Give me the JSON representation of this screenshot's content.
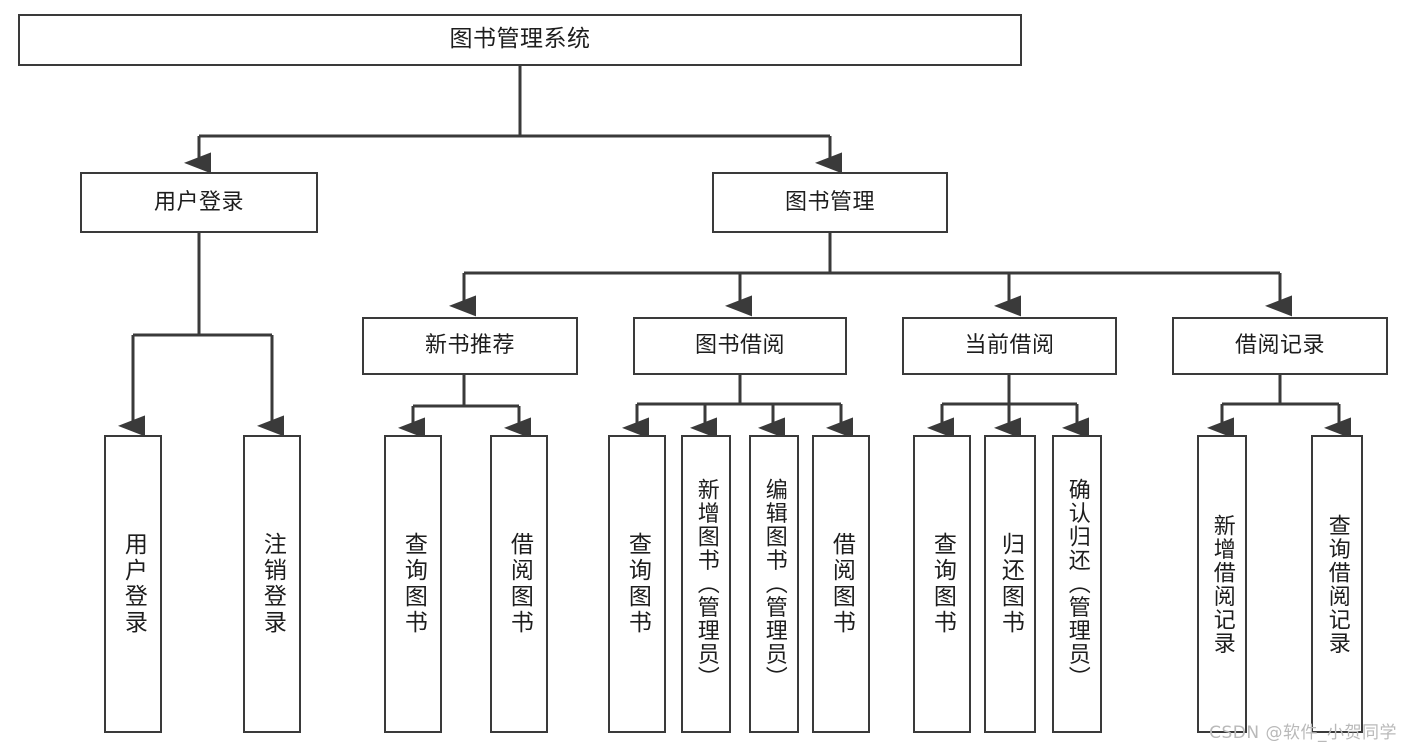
{
  "diagram": {
    "title": "图书管理系统",
    "watermark": "CSDN @软件_小贺同学",
    "line_color": "#3a3a3a",
    "background_color": "#ffffff",
    "text_color": "#1d1d1d",
    "nodes": {
      "root": "图书管理系统",
      "level2": {
        "user_login": "用户登录",
        "book_management": "图书管理"
      },
      "level3": {
        "new_book_recommend": "新书推荐",
        "book_borrow": "图书借阅",
        "current_borrow": "当前借阅",
        "borrow_record": "借阅记录"
      },
      "leaves": {
        "user_login_1": "用户登录",
        "user_login_2": "注销登录",
        "recommend_1": "查询图书",
        "recommend_2": "借阅图书",
        "borrow_1": "查询图书",
        "borrow_2": "新增图书（管理员）",
        "borrow_3": "编辑图书（管理员）",
        "borrow_4": "借阅图书",
        "current_1": "查询图书",
        "current_2": "归还图书",
        "current_3": "确认归还（管理员）",
        "record_1": "新增借阅记录",
        "record_2": "查询借阅记录"
      }
    }
  }
}
